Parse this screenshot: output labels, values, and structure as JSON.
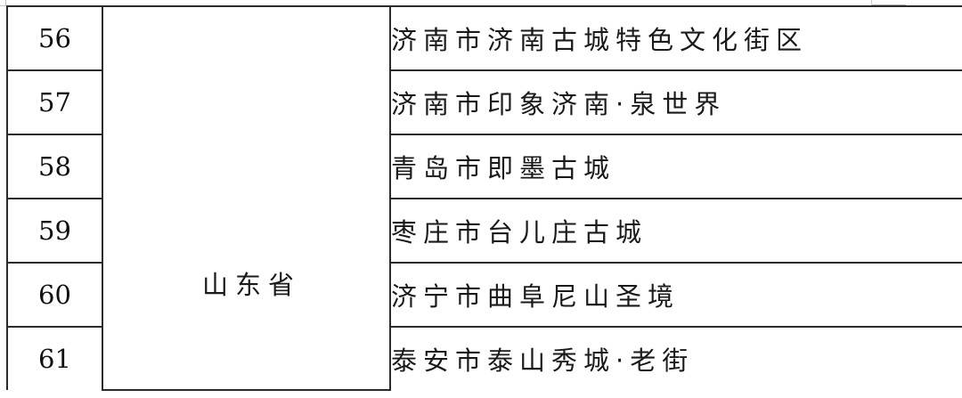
{
  "table": {
    "province": "山东省",
    "rows": [
      {
        "no": "56",
        "name": "济南市济南古城特色文化街区"
      },
      {
        "no": "57",
        "name": "济南市印象济南·泉世界"
      },
      {
        "no": "58",
        "name": "青岛市即墨古城"
      },
      {
        "no": "59",
        "name": "枣庄市台儿庄古城"
      },
      {
        "no": "60",
        "name": "济宁市曲阜尼山圣境"
      },
      {
        "no": "61",
        "name": "泰安市泰山秀城·老街"
      }
    ]
  }
}
